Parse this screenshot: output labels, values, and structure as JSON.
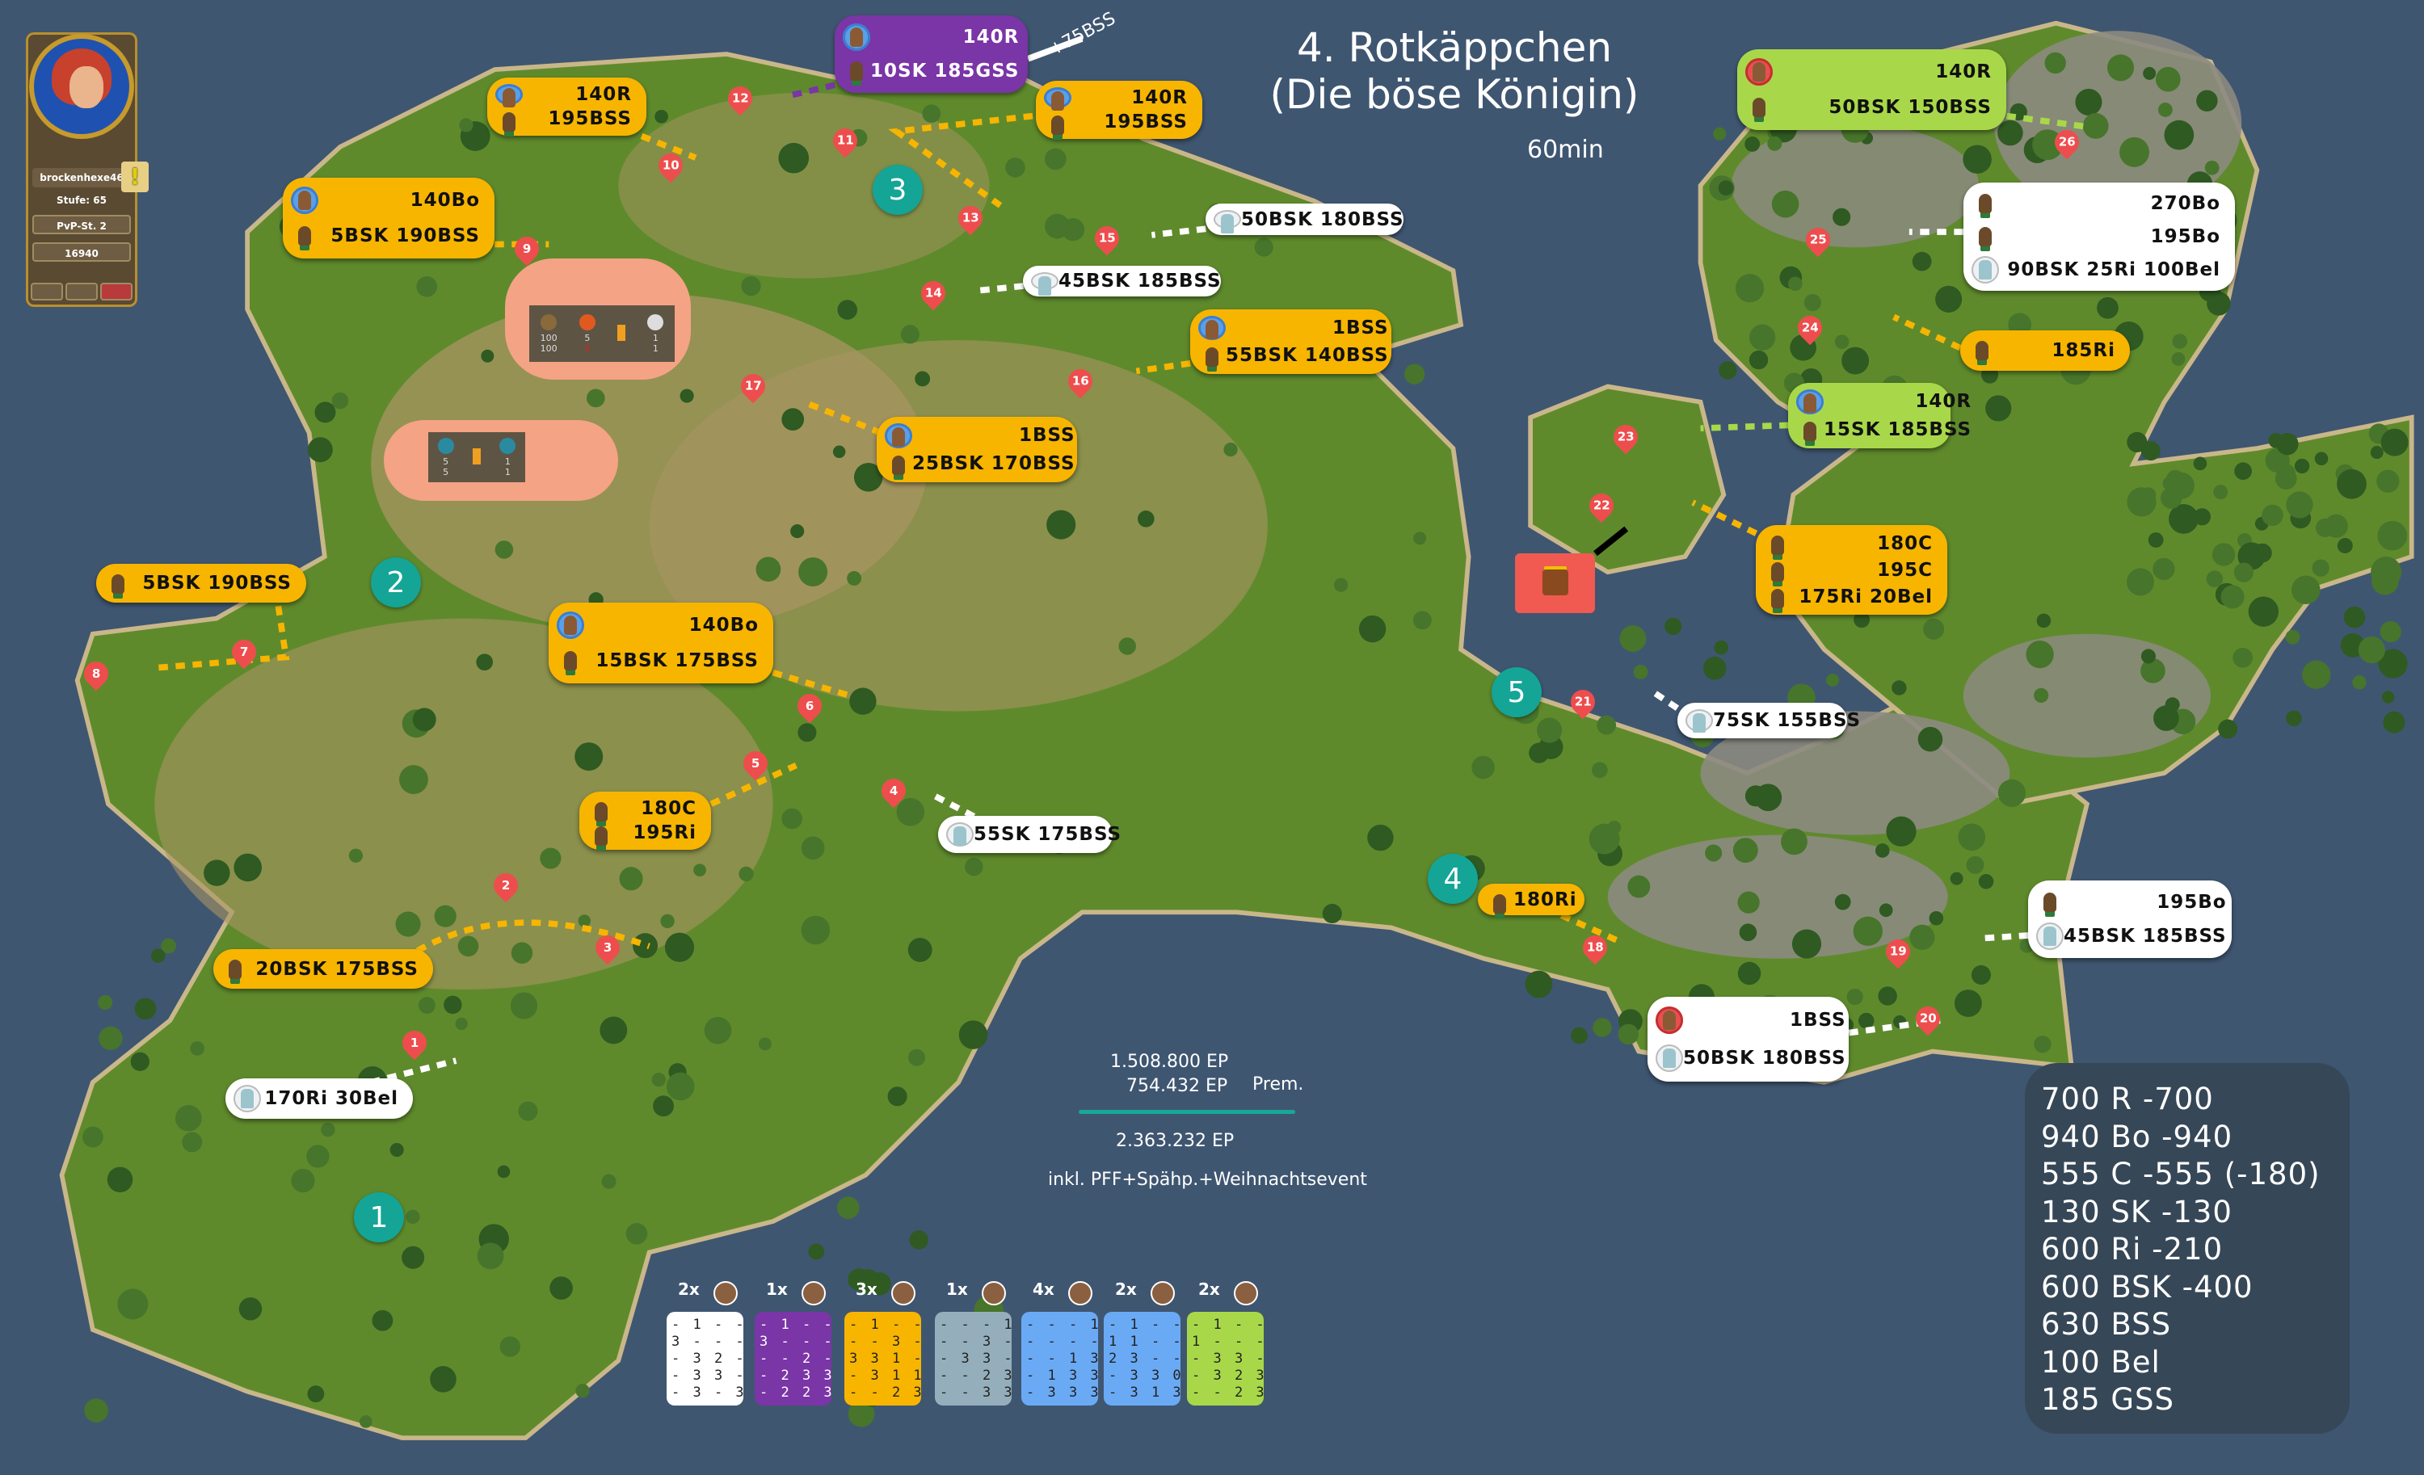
{
  "title": {
    "line1": "4. Rotkäppchen",
    "line2": "(Die böse Königin)",
    "duration": "60min"
  },
  "profile": {
    "name": "brockenhexe46",
    "level": "Stufe: 65",
    "pvp": "PvP-St. 2",
    "score": "16940",
    "quest_icon": "quest-scroll-icon"
  },
  "ep": {
    "base": "1.508.800 EP",
    "premium": "754.432 EP",
    "premium_label": "Prem.",
    "total": "2.363.232 EP",
    "note": "inkl. PFF+Spähp.+Weihnachtsevent"
  },
  "bonus_note": "+75BSS",
  "steps": [
    "1",
    "2",
    "3",
    "4",
    "5"
  ],
  "pins": [
    "1",
    "2",
    "3",
    "4",
    "5",
    "6",
    "7",
    "8",
    "9",
    "10",
    "11",
    "12",
    "13",
    "14",
    "15",
    "16",
    "17",
    "18",
    "19",
    "20",
    "21",
    "22",
    "23",
    "24",
    "25",
    "26"
  ],
  "labels": [
    {
      "style": "purple",
      "icons": [
        "blue",
        "plain"
      ],
      "lines": [
        "140R",
        "10SK 185GSS"
      ]
    },
    {
      "style": "yellow",
      "icons": [
        "blue",
        "plain"
      ],
      "lines": [
        "140R",
        "195BSS"
      ]
    },
    {
      "style": "yellow",
      "icons": [
        "blue",
        "plain"
      ],
      "lines": [
        "140R",
        "195BSS"
      ]
    },
    {
      "style": "yellow",
      "icons": [
        "blue",
        "plain"
      ],
      "lines": [
        "140Bo",
        "5BSK 190BSS"
      ]
    },
    {
      "style": "white",
      "icons": [
        "stone"
      ],
      "lines": [
        "50BSK 180BSS"
      ]
    },
    {
      "style": "white",
      "icons": [
        "stone"
      ],
      "lines": [
        "45BSK 185BSS"
      ]
    },
    {
      "style": "yellow",
      "icons": [
        "blue",
        "plain"
      ],
      "lines": [
        "1BSS",
        "55BSK 140BSS"
      ]
    },
    {
      "style": "yellow",
      "icons": [
        "blue",
        "plain"
      ],
      "lines": [
        "1BSS",
        "25BSK 170BSS"
      ]
    },
    {
      "style": "yellow",
      "icons": [
        "plain"
      ],
      "lines": [
        "5BSK 190BSS"
      ]
    },
    {
      "style": "yellow",
      "icons": [
        "blue",
        "plain"
      ],
      "lines": [
        "140Bo",
        "15BSK 175BSS"
      ]
    },
    {
      "style": "yellow",
      "icons": [
        "plain",
        "plain"
      ],
      "lines": [
        "180C",
        "195Ri"
      ]
    },
    {
      "style": "white",
      "icons": [
        "stone"
      ],
      "lines": [
        "55SK 175BSS"
      ]
    },
    {
      "style": "yellow",
      "icons": [
        "plain"
      ],
      "lines": [
        "20BSK 175BSS"
      ]
    },
    {
      "style": "white",
      "icons": [
        "stone"
      ],
      "lines": [
        "170Ri 30Bel"
      ]
    },
    {
      "style": "green",
      "icons": [
        "red",
        "plain"
      ],
      "lines": [
        "140R",
        "50BSK 150BSS"
      ]
    },
    {
      "style": "white",
      "icons": [
        "plain",
        "plain",
        "stone"
      ],
      "lines": [
        "270Bo",
        "195Bo",
        "90BSK 25Ri 100Bel"
      ]
    },
    {
      "style": "yellow",
      "icons": [
        "plain"
      ],
      "lines": [
        "185Ri"
      ]
    },
    {
      "style": "green",
      "icons": [
        "blue",
        "plain"
      ],
      "lines": [
        "140R",
        "15SK 185BSS"
      ]
    },
    {
      "style": "yellow",
      "icons": [
        "plain",
        "plain",
        "plain"
      ],
      "lines": [
        "180C",
        "195C",
        "175Ri 20Bel"
      ]
    },
    {
      "style": "white",
      "icons": [
        "stone"
      ],
      "lines": [
        "75SK 155BSS"
      ]
    },
    {
      "style": "yellow",
      "icons": [
        "plain"
      ],
      "lines": [
        "180Ri"
      ]
    },
    {
      "style": "white",
      "icons": [
        "plain",
        "stone"
      ],
      "lines": [
        "195Bo",
        "45BSK 185BSS"
      ]
    },
    {
      "style": "white",
      "icons": [
        "red",
        "stone"
      ],
      "lines": [
        "1BSS",
        "50BSK 180BSS"
      ]
    }
  ],
  "clouds": [
    {
      "items": [
        {
          "icon": "water-bucket-icon",
          "a": "100",
          "b": "100"
        },
        {
          "icon": "pumpkin-icon",
          "a": "5",
          "b": "5"
        },
        {
          "icon": "arrow-icon",
          "a": "",
          "b": ""
        },
        {
          "icon": "tea-cup-icon",
          "a": "1",
          "b": "1"
        }
      ]
    },
    {
      "items": [
        {
          "icon": "gem-icon",
          "a": "5",
          "b": "5"
        },
        {
          "icon": "arrow-icon",
          "a": "",
          "b": ""
        },
        {
          "icon": "gem-icon",
          "a": "1",
          "b": "1"
        }
      ]
    }
  ],
  "summary": [
    "700 R -700",
    "940 Bo -940",
    "555 C -555 (-180)",
    "130 SK -130",
    "600 Ri -210",
    "600 BSK -400",
    "630 BSS",
    "100 Bel",
    "185 GSS"
  ],
  "cards": [
    {
      "count": "2x",
      "color": "#ffffff",
      "text": "#222222",
      "icon": "stone-icon",
      "rows": [
        "- 1 - -",
        "3 - - -",
        "- 3 2 -",
        "- 3 3 -",
        "- 3 - 3"
      ]
    },
    {
      "count": "1x",
      "color": "#7a35a6",
      "text": "#ffffff",
      "icon": "knight-icon",
      "rows": [
        "- 1 - -",
        "3 - - -",
        "- - 2 -",
        "- 2 3 3",
        "- 2 2 3"
      ]
    },
    {
      "count": "3x",
      "color": "#f7b500",
      "text": "#222222",
      "icon": "general-icon",
      "rows": [
        "- 1 - -",
        "- - 3 -",
        "3 3 1 -",
        "- 3 1 1",
        "- - 2 3"
      ]
    },
    {
      "count": "1x",
      "color": "#94afbb",
      "text": "#222222",
      "icon": "hooded-general-icon",
      "rows": [
        "- - - 1",
        "- - 3 -",
        "- 3 3 -",
        "- - 2 3",
        "- - 3 3"
      ]
    },
    {
      "count": "4x",
      "color": "#6aaaf5",
      "text": "#222222",
      "icon": "blue-general-icon",
      "rows": [
        "- - - 1",
        "- - - -",
        "- - 1 3",
        "- 1 3 3",
        "- 3 3 3"
      ]
    },
    {
      "count": "2x",
      "color": "#6aaaf5",
      "text": "#222222",
      "icon": "red-general-icon",
      "rows": [
        "- 1 - -",
        "1 1 - -",
        "2 3 - -",
        "- 3 3 0",
        "- 3 1 3"
      ]
    },
    {
      "count": "2x",
      "color": "#a8d84a",
      "text": "#222222",
      "icon": "monk-general-icon",
      "rows": [
        "- 1 - -",
        "1 - - -",
        "- 3 3 -",
        "- 3 2 3",
        "- - 2 3"
      ]
    }
  ],
  "colors": {
    "sea": "#3f5671",
    "yellow": "#f7b500",
    "purple": "#7a35a6",
    "green": "#a8d84a",
    "teal": "#14a596",
    "pin": "#ee4d4d",
    "summary_bg": "#364757"
  }
}
